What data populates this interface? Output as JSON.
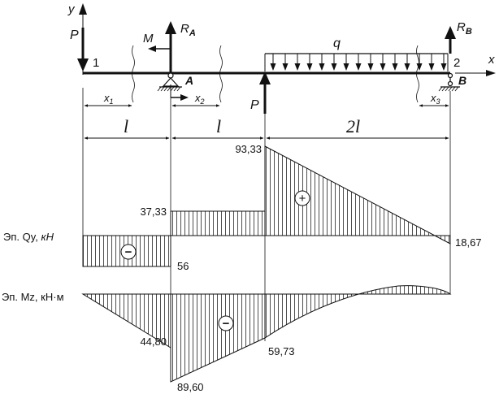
{
  "labels": {
    "axis_y": "y",
    "axis_x": "x",
    "force_p_left": "P",
    "force_p_mid": "P",
    "node_1": "1",
    "node_2": "2",
    "moment": "M",
    "reaction_a_main": "R",
    "reaction_a_sub": "A",
    "reaction_b_main": "R",
    "reaction_b_sub": "B",
    "support_a": "A",
    "support_b": "B",
    "load_q": "q",
    "x1_main": "x",
    "x1_sub": "1",
    "x2_main": "x",
    "x2_sub": "2",
    "x3_main": "x",
    "x3_sub": "3",
    "span_1": "l",
    "span_2": "l",
    "span_3": "2l"
  },
  "diagrams": {
    "shear": {
      "title_prefix": "Эп. Qy, ",
      "title_unit": "кН",
      "sign_left": "−",
      "sign_right": "+",
      "values": {
        "v_93_33": "93,33",
        "v_37_33": "37,33",
        "v_56": "56",
        "v_18_67": "18,67"
      }
    },
    "moment": {
      "title": "Эп. Mz, кН·м",
      "sign": "−",
      "values": {
        "v_44_80": "44,80",
        "v_89_60": "89,60",
        "v_59_73": "59,73"
      }
    }
  }
}
